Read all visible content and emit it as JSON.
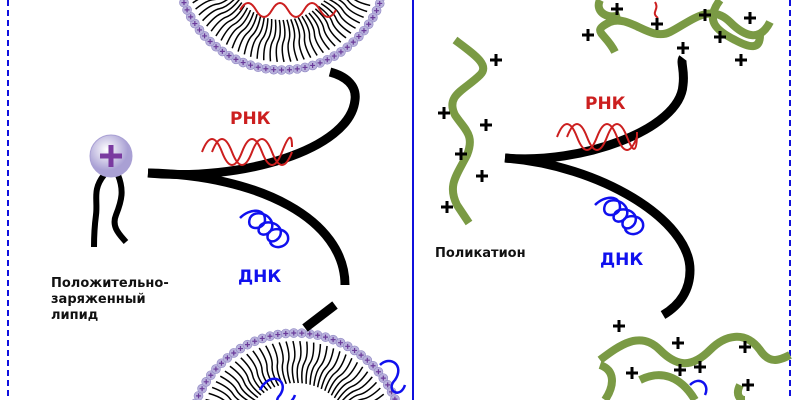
{
  "left_panel": {
    "rna_label": "РНК",
    "dna_label": "ДНК",
    "lipid_label_lines": [
      "Положительно-",
      "заряженный",
      "липид"
    ]
  },
  "right_panel": {
    "rna_label": "РНК",
    "dna_label": "ДНК",
    "polycation_label": "Поликатион"
  },
  "colors": {
    "rna": "#cc1f1f",
    "dna": "#1010ee",
    "polymer": "#7a9a44",
    "lipid_head": "#b9b2dc",
    "plus": "#6a3a9a",
    "border": "#1010dd"
  }
}
